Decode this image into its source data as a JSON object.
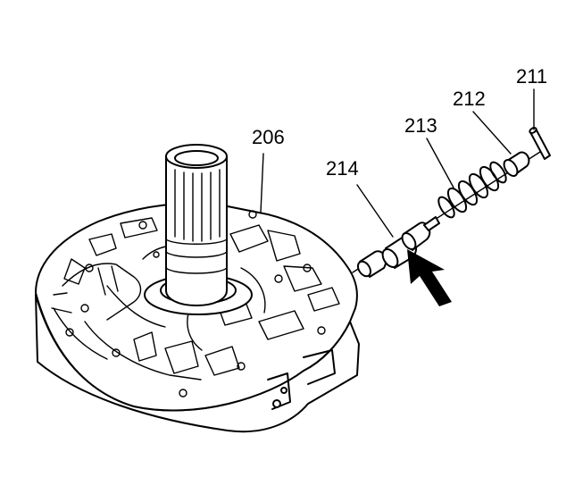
{
  "callouts": {
    "c206": "206",
    "c214": "214",
    "c213": "213",
    "c212": "212",
    "c211": "211"
  },
  "icons": {
    "pointer_arrow": "solid-black-arrow"
  }
}
